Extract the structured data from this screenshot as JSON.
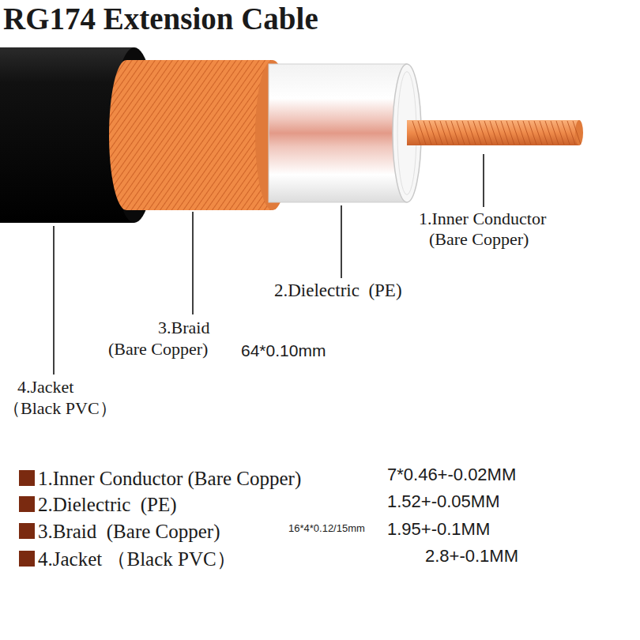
{
  "diagram": {
    "title": "RG174 Extension Cable",
    "labels": [
      "1.Inner Conductor",
      "(Bare Copper)",
      "2.Dielectric  (PE)",
      "3.Braid",
      "(Bare Copper)",
      "64*0.10mm",
      "4.Jacket",
      "（Black PVC）",
      "7*0.46+-0.02MM",
      "1.52+-0.05MM",
      "16*4*0.12/15mm",
      "1.95+-0.1MM",
      "2.8+-0.1MM"
    ],
    "legend": [
      {
        "text": "1.Inner Conductor (Bare Copper)",
        "color": "#7a2a10"
      },
      {
        "text": "2.Dielectric  (PE)",
        "color": "#7a2a10"
      },
      {
        "text": "3.Braid  (Bare Copper)",
        "color": "#7a2a10"
      },
      {
        "text": "4.Jacket （Black PVC）",
        "color": "#7a2a10"
      }
    ]
  }
}
